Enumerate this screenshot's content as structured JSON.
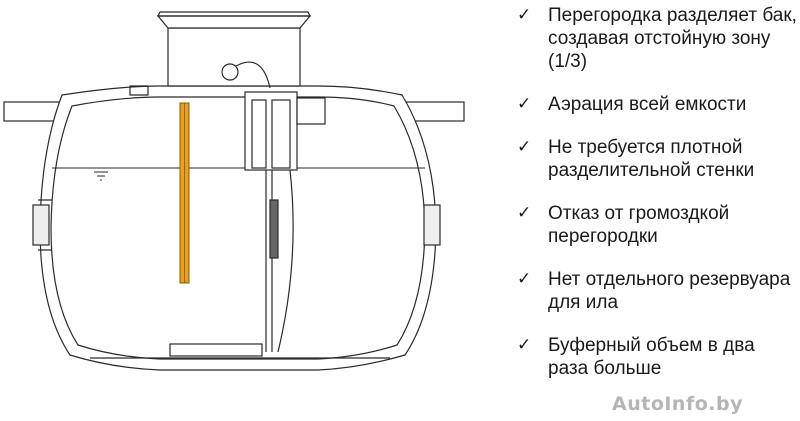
{
  "bullets": [
    {
      "icon": "checkmark-icon",
      "text": "Перегородка разделяет бак, создавая отстойную зону (1/3)"
    },
    {
      "icon": "checkmark-icon",
      "text": "Аэрация всей емкости"
    },
    {
      "icon": "checkmark-icon",
      "text": "Не требуется плотной разделительной стенки"
    },
    {
      "icon": "checkmark-icon",
      "text": "Отказ от громоздкой перегородки"
    },
    {
      "icon": "checkmark-icon",
      "text": "Нет отдельного резервуара для ила"
    },
    {
      "icon": "checkmark-icon",
      "text": "Буферный объем в два раза больше"
    }
  ],
  "checkmark": "✓",
  "watermark": "AutoInfo.by",
  "colors": {
    "outline": "#2a2a2a",
    "baffle": "#e8a020",
    "baffle_edge": "#8a5a00",
    "background": "#ffffff"
  }
}
